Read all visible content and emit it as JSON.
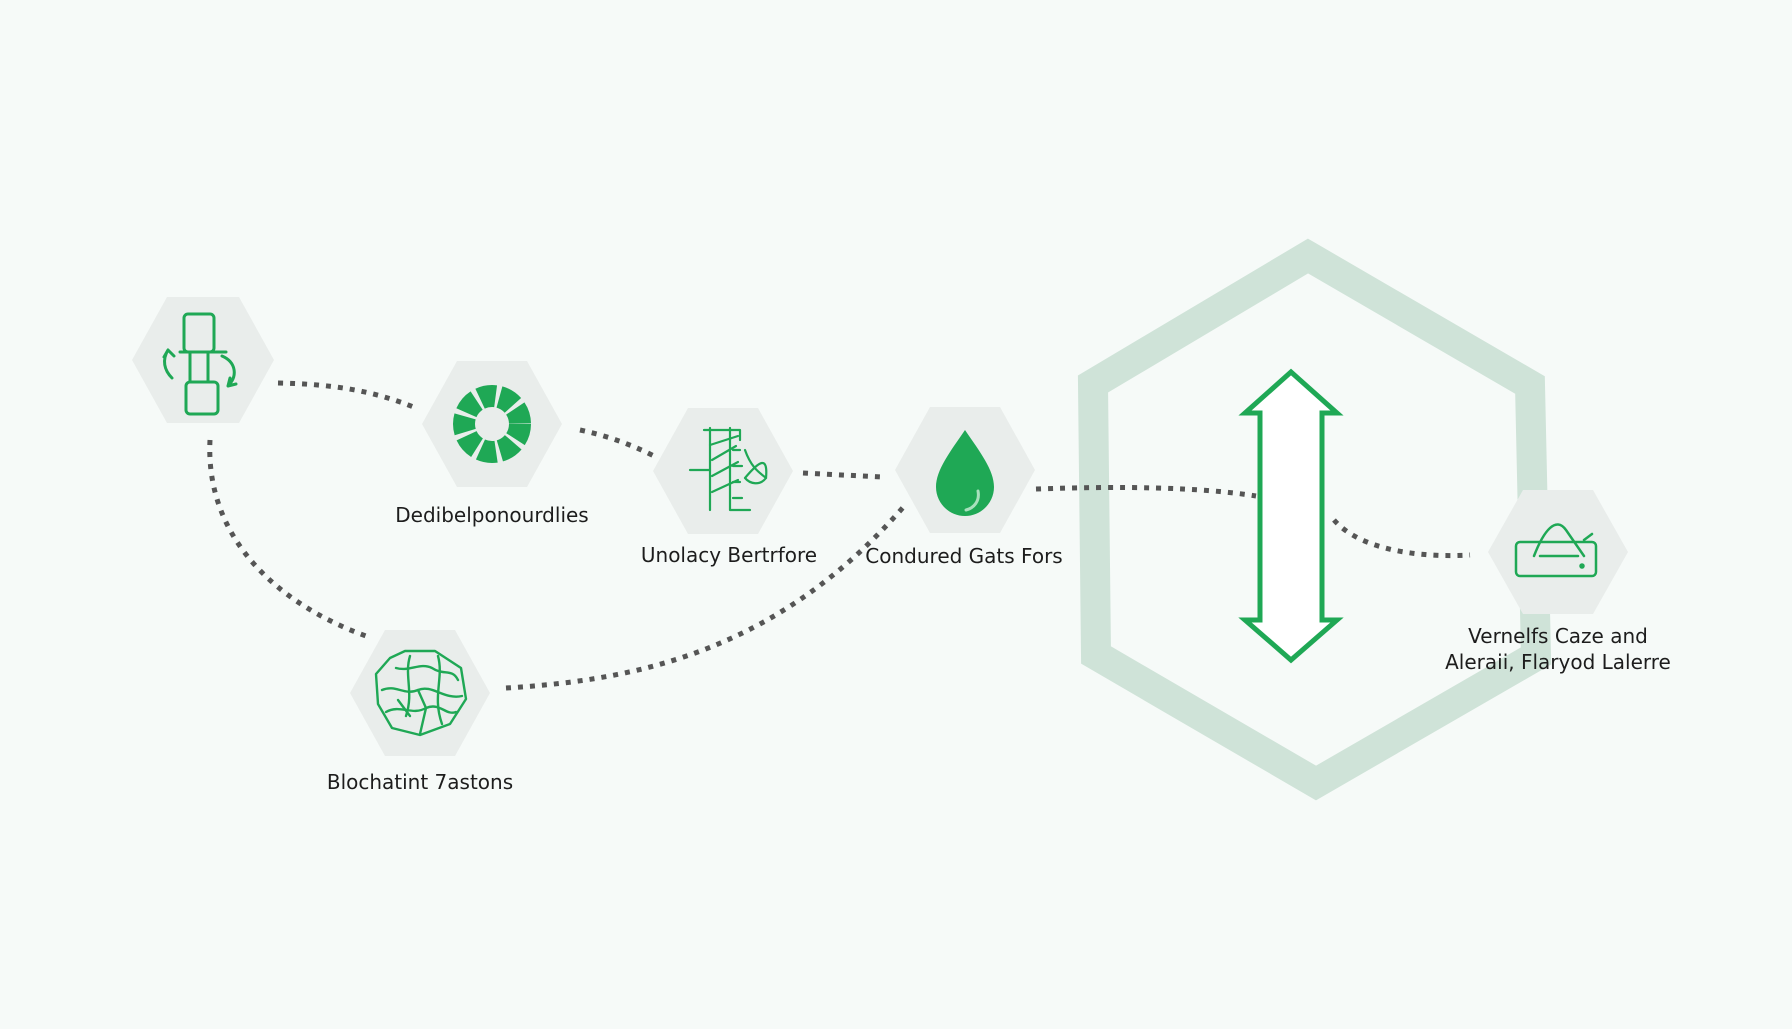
{
  "colors": {
    "background": "#f6faf8",
    "hex_fill": "#e9edeb",
    "icon_green": "#1fa855",
    "big_hex_stroke": "#cfe3d8",
    "connector": "#555555",
    "text": "#1d1d1d"
  },
  "nodes": [
    {
      "id": "n1",
      "icon": "connector-pipe-icon",
      "label": ""
    },
    {
      "id": "n2",
      "icon": "circular-ring-icon",
      "label": "Dedibelponourdlies"
    },
    {
      "id": "n3",
      "icon": "measuring-flask-icon",
      "label": "Unolacy Bertrfore"
    },
    {
      "id": "n4",
      "icon": "water-drop-icon",
      "label": "Condured Gats Fors"
    },
    {
      "id": "n5",
      "icon": "vertical-double-arrow-icon",
      "label": ""
    },
    {
      "id": "n6",
      "icon": "tray-device-icon",
      "label_line1": "Vernelfs Caze and",
      "label_line2": "Aleraii, Flaryod Lalerre"
    },
    {
      "id": "n7",
      "icon": "network-octagon-icon",
      "label": "Blochatint 7astons"
    }
  ]
}
